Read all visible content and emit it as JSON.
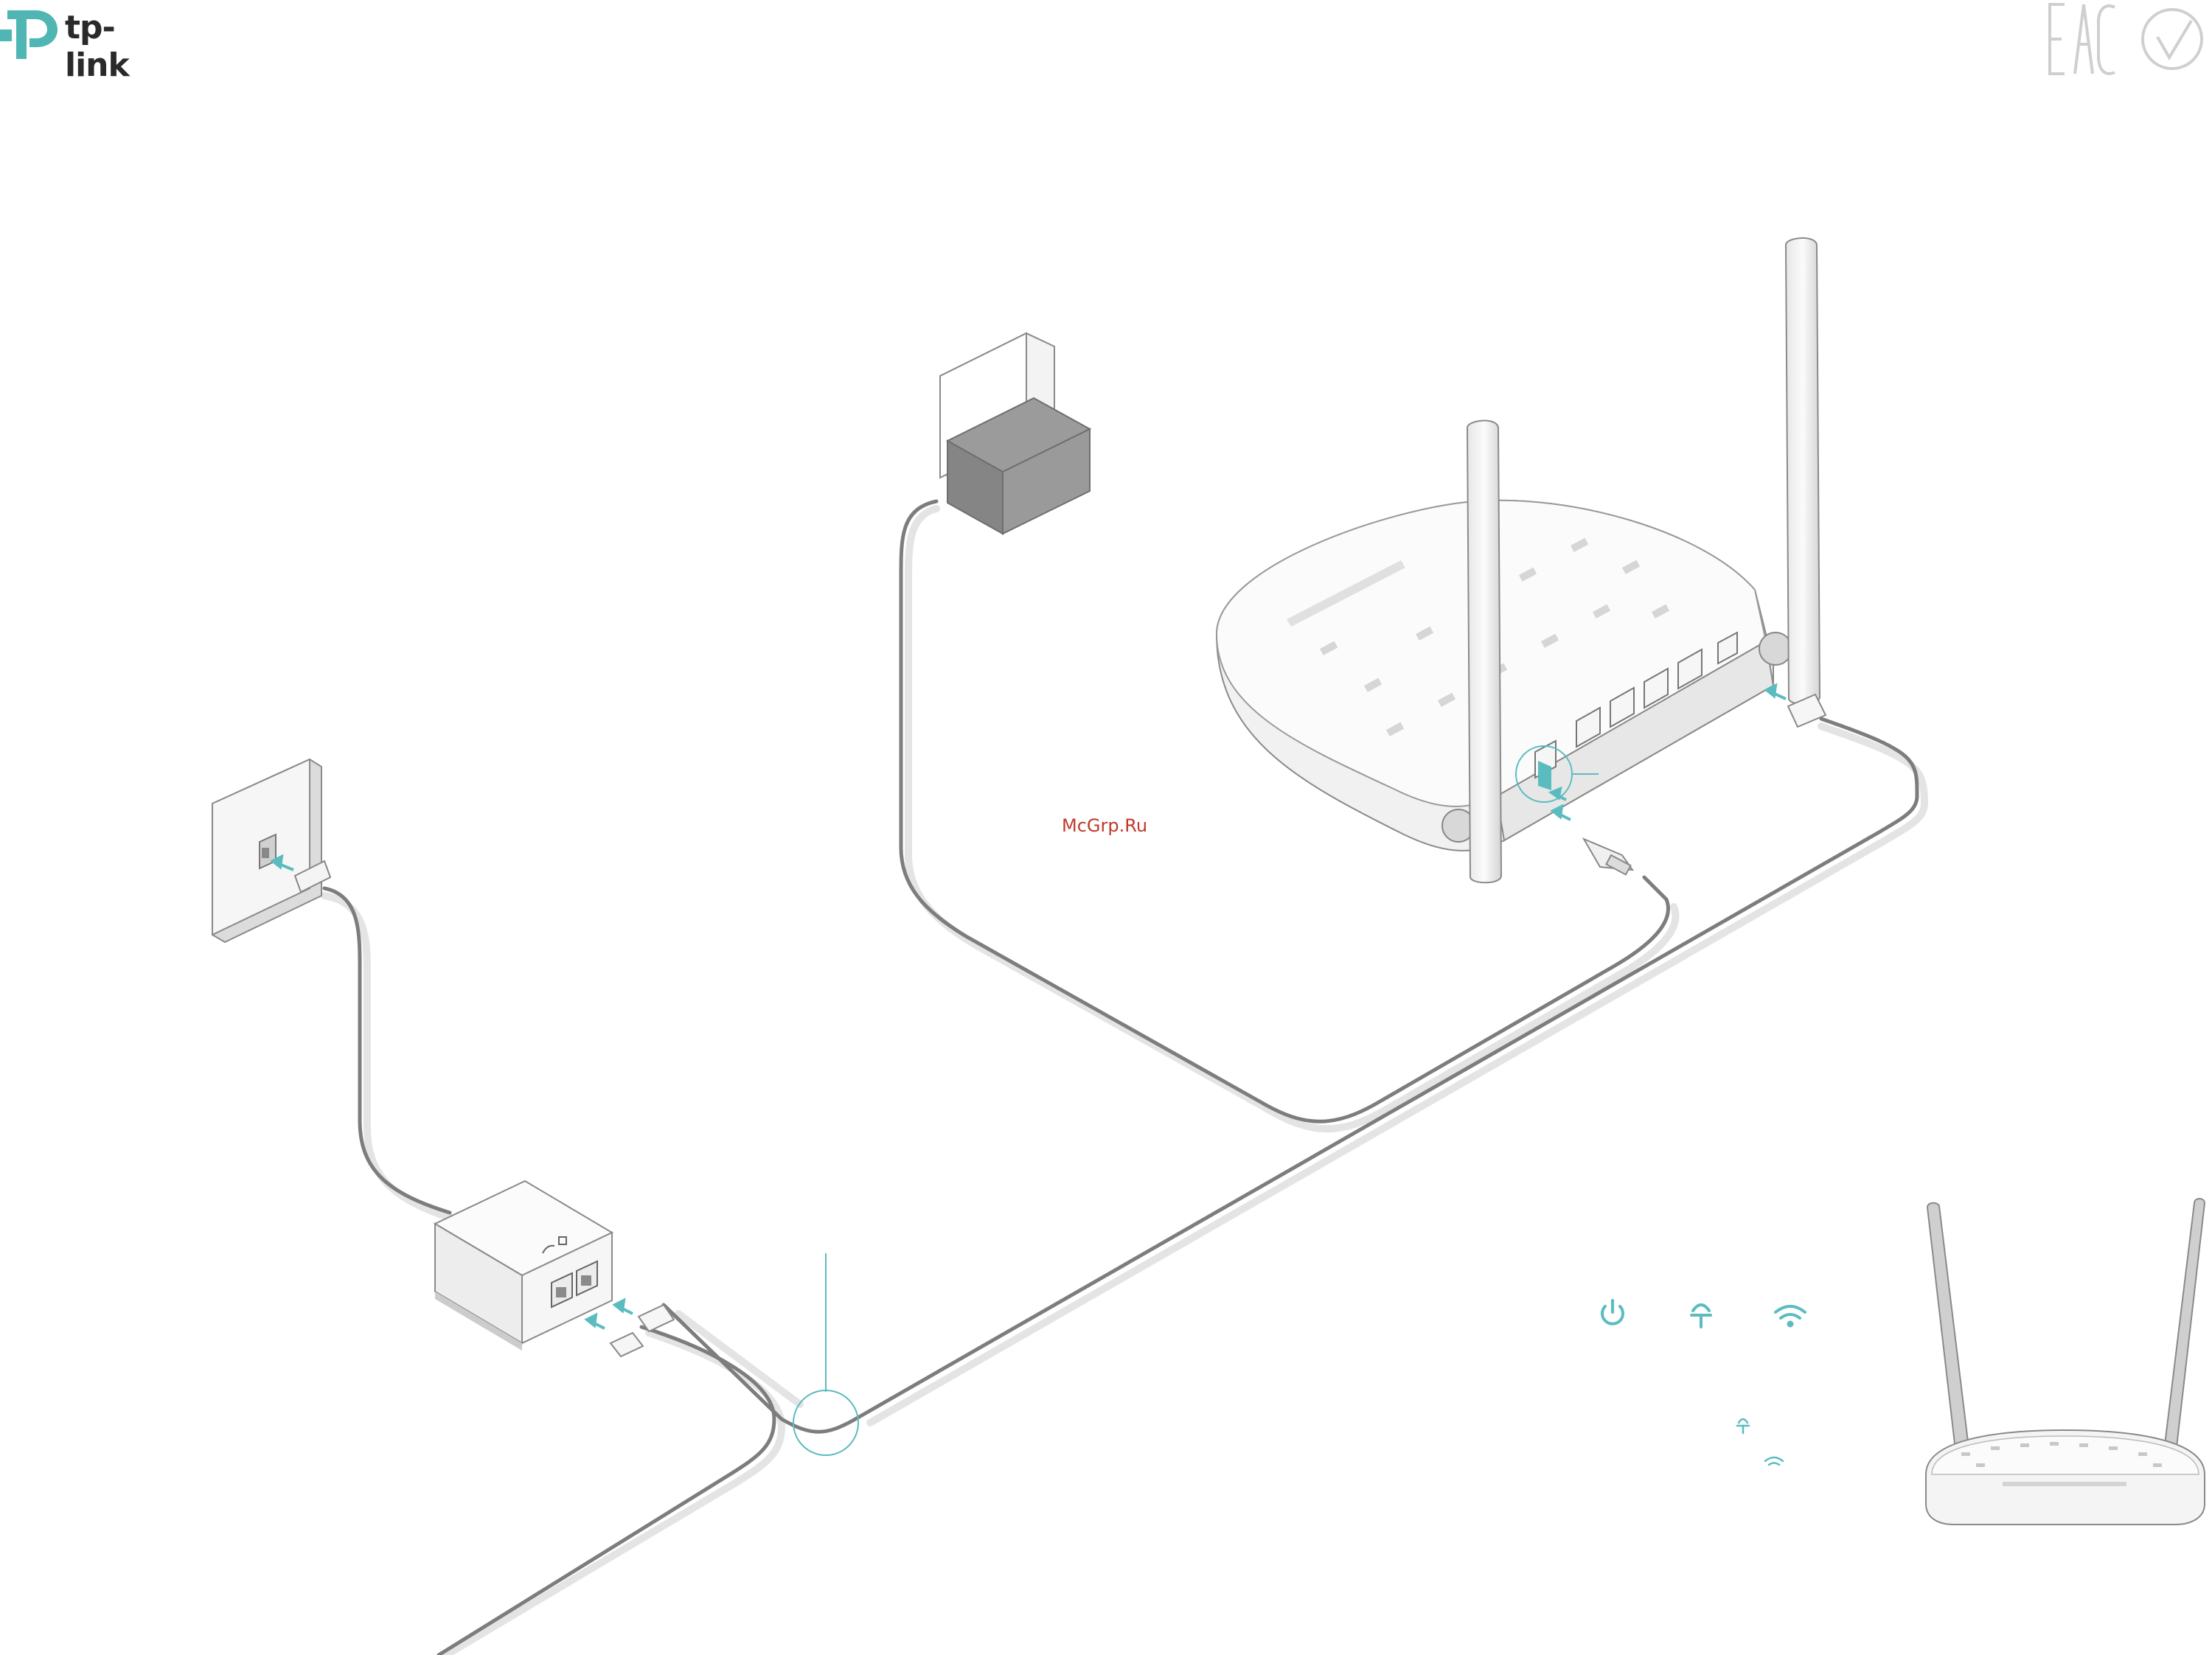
{
  "brand": {
    "logo": "tp-link-logo",
    "name": "tp-link"
  },
  "certification": {
    "mark": "EAC",
    "extra": "certification-check-mark"
  },
  "watermark": "McGrp.Ru",
  "devices": [
    "wall-phone-jack",
    "adsl-splitter",
    "power-adapter",
    "modem-router",
    "router-thumbnail"
  ],
  "splitter_icons": [
    "phone-icon",
    "modem-icon"
  ],
  "led_icons": [
    "power-led-icon",
    "adsl-led-icon",
    "wifi-led-icon"
  ],
  "colors": {
    "accent": "#5bbcbf",
    "cable": "#7d7d7d",
    "device": "#f2f2f2",
    "outline": "#8a8a8a",
    "adapter": "#8f8f8f"
  }
}
